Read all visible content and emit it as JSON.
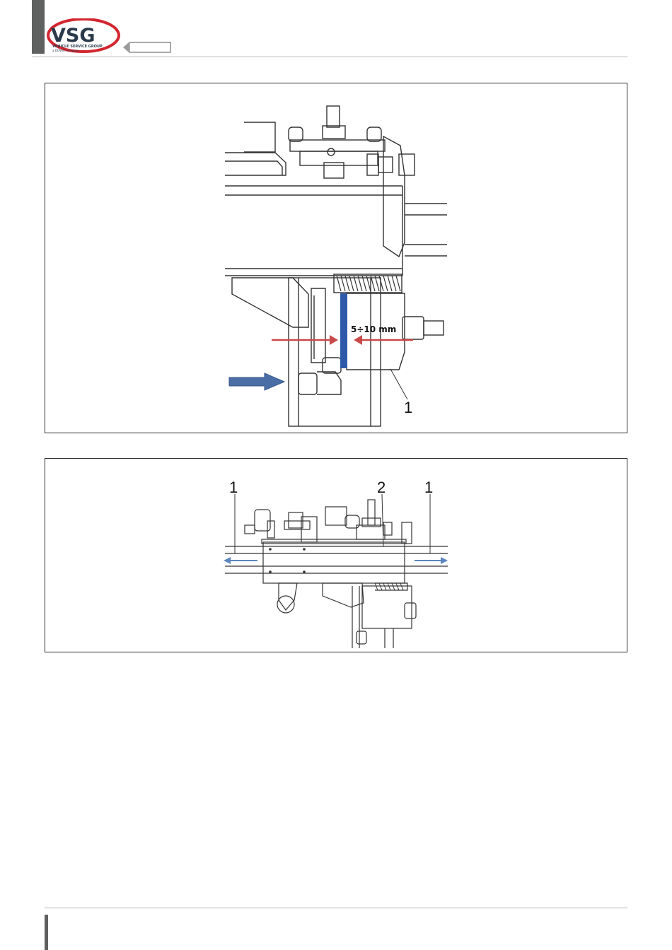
{
  "header": {
    "logo_text": "VSG",
    "logo_subtext": "VEHICLE SERVICE GROUP",
    "logo_company": "a DOVER company",
    "brand_color": "#d22630",
    "bar_color": "#5f6060"
  },
  "figure1": {
    "measurement_label": "5÷10 mm",
    "callout_1": "1",
    "arrow_red_color": "#c84a4a",
    "arrow_blue_color": "#4a6ea5",
    "gap_color": "#2e59a8"
  },
  "figure2": {
    "callout_left": "1",
    "callout_center": "2",
    "callout_right": "1",
    "arrow_color": "#5b86bf"
  }
}
